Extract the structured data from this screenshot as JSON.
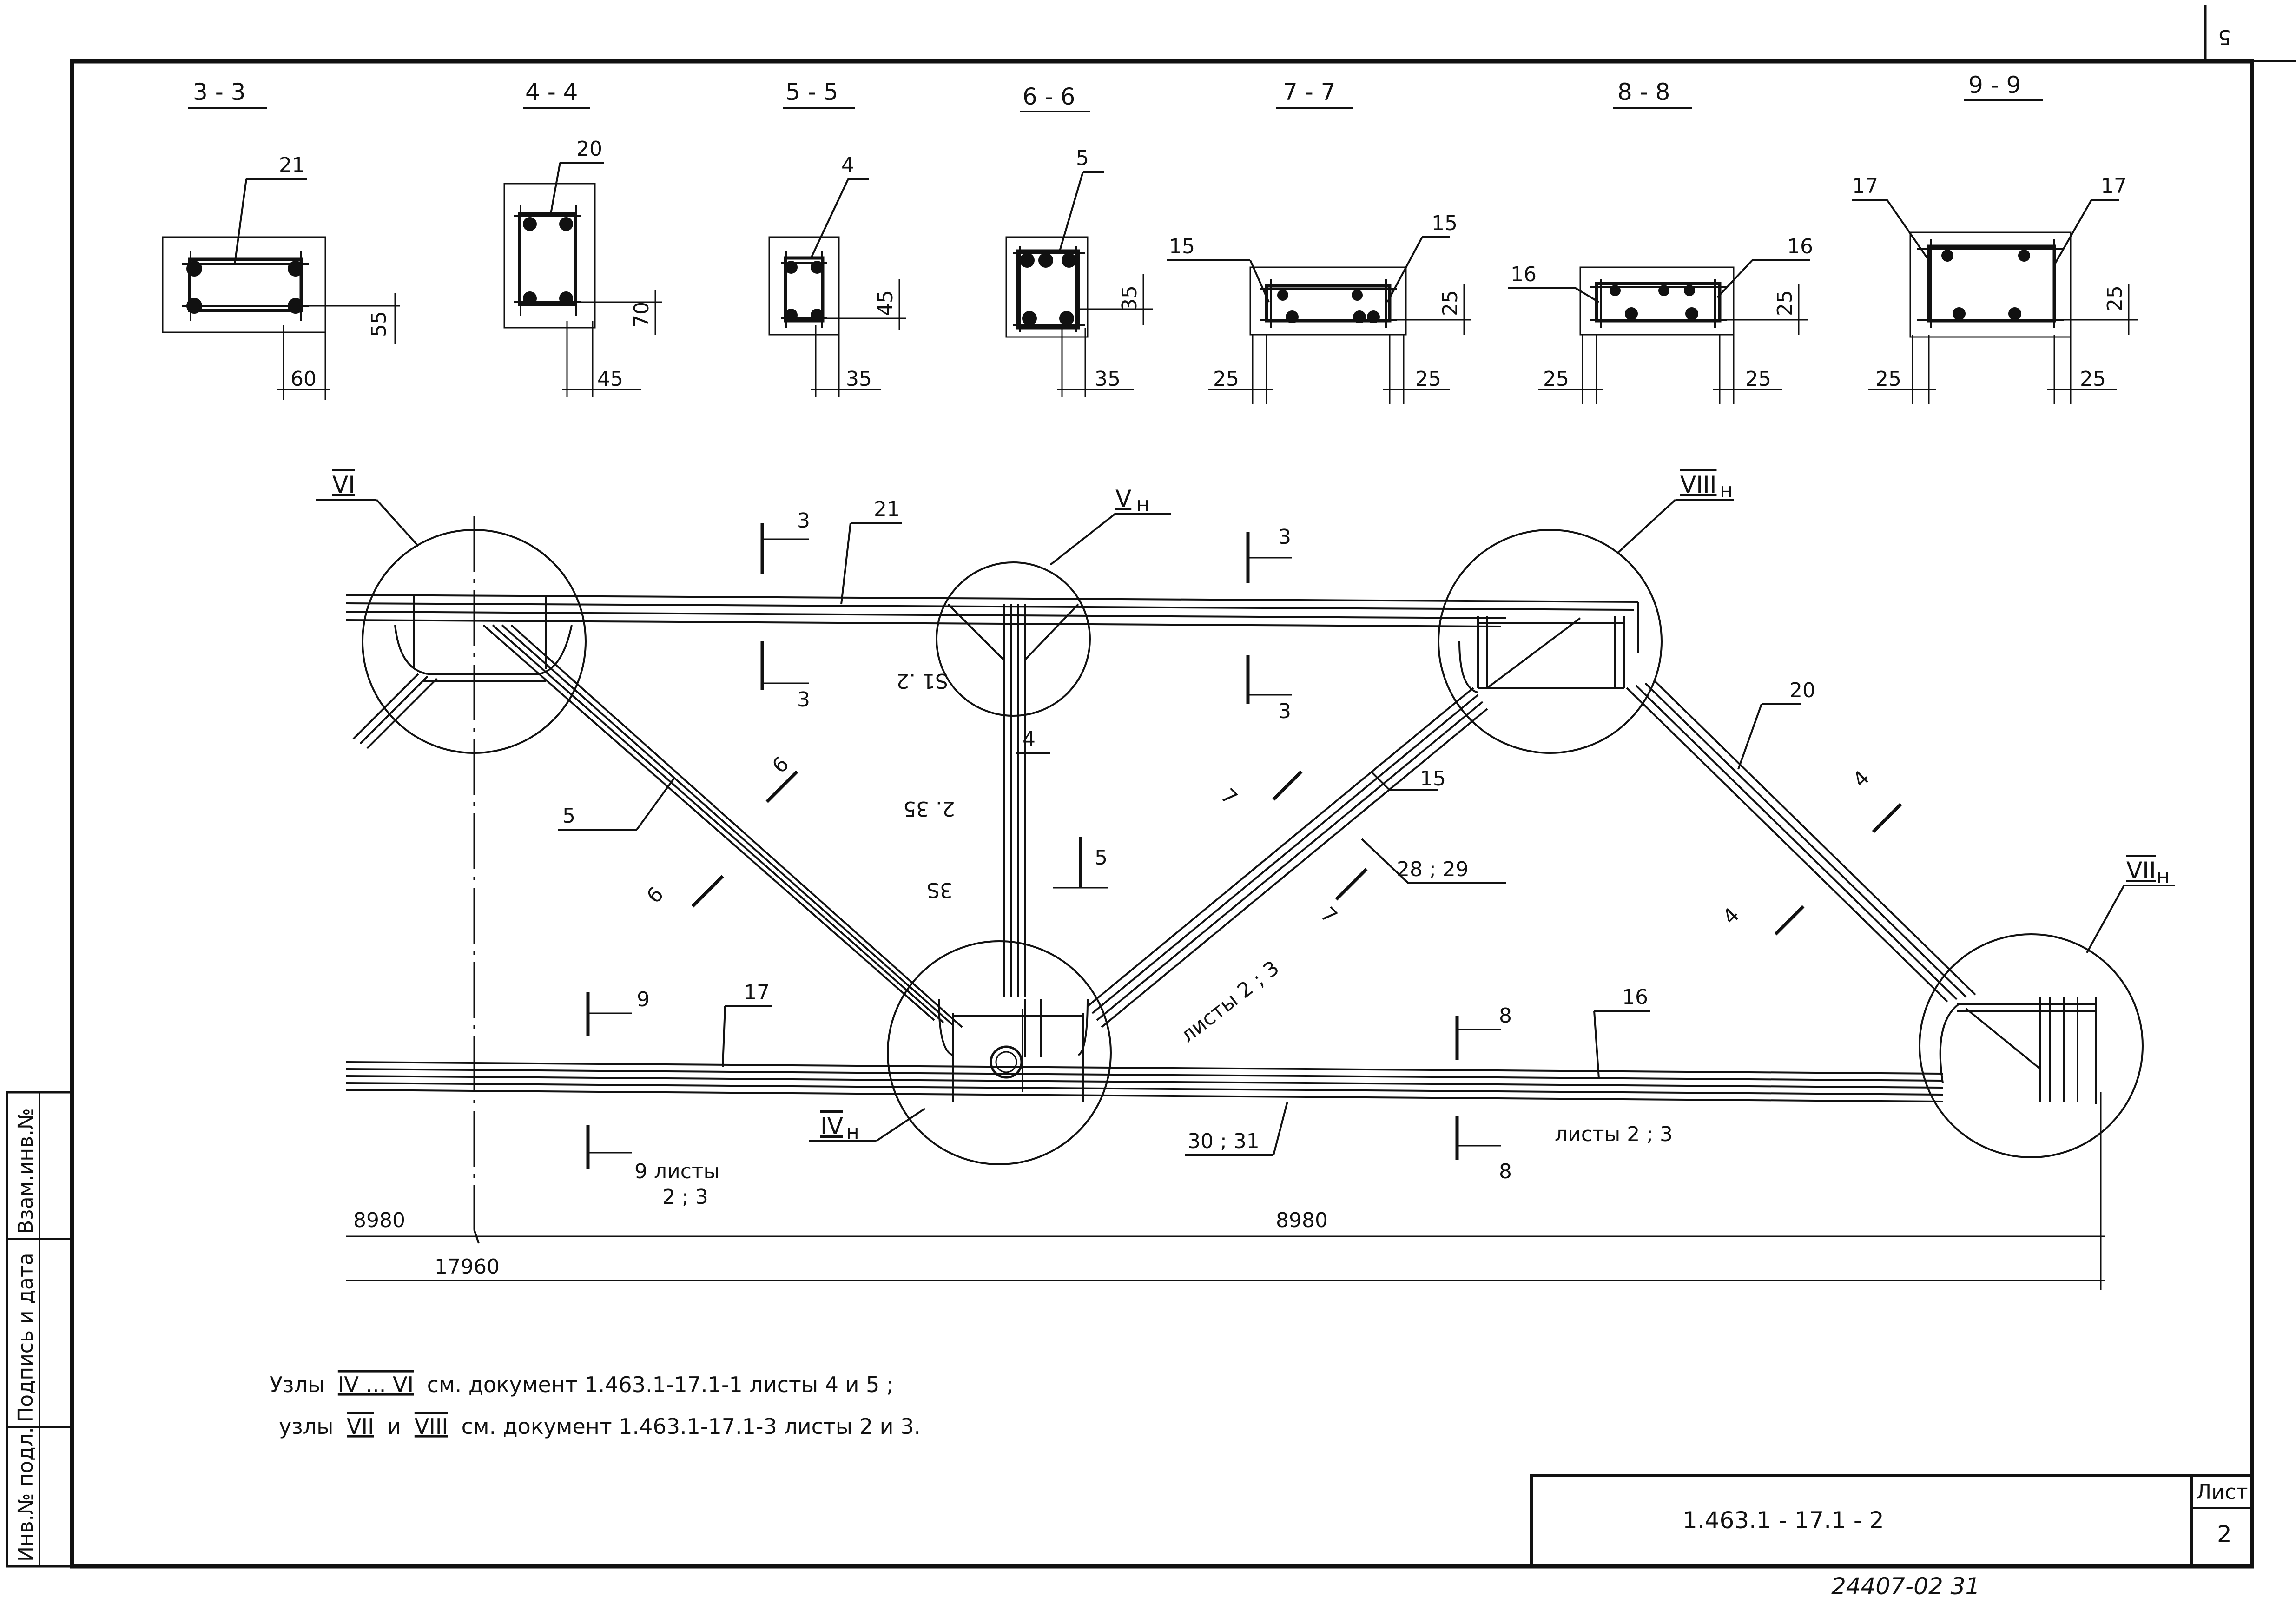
{
  "sections": [
    {
      "title": "3 - 3",
      "mark": "21",
      "dims": [
        "55",
        "60"
      ]
    },
    {
      "title": "4 - 4",
      "mark": "20",
      "dims": [
        "70",
        "45"
      ]
    },
    {
      "title": "5 - 5",
      "mark": "4",
      "dims": [
        "45",
        "35"
      ]
    },
    {
      "title": "6 - 6",
      "mark": "5",
      "dims": [
        "35",
        "35"
      ]
    },
    {
      "title": "7 - 7",
      "marks": [
        "15",
        "15"
      ],
      "dims": [
        "25",
        "25",
        "25"
      ]
    },
    {
      "title": "8 - 8",
      "marks": [
        "16",
        "16"
      ],
      "dims": [
        "25",
        "25",
        "25"
      ]
    },
    {
      "title": "9 - 9",
      "marks": [
        "17",
        "17"
      ],
      "dims": [
        "25",
        "25",
        "25"
      ]
    }
  ],
  "truss": {
    "nodes": {
      "vi": "VI",
      "vh": "V",
      "viiih": "VIII",
      "ivh": "IV",
      "viih": "VII",
      "sub_h": "н"
    },
    "bar_labels": {
      "top_chord": "21",
      "diag_left": "5",
      "post": "4",
      "diag_mid": "15",
      "diag_mid2": "28 ; 29",
      "diag_right": "20",
      "bottom_left": "17",
      "bottom_right": "16",
      "bottom_mid": "30 ; 31"
    },
    "cut_labels": {
      "c3": "3",
      "c4": "4",
      "c5": "5",
      "c6": "6",
      "c7": "7",
      "c8": "8",
      "c9": "9"
    },
    "notes": {
      "sheets_a": "листы 2 ; 3",
      "sheets_b": "листы 2 ; 3",
      "sheets_c_line1": "9 листы",
      "sheets_c_line2": "2 ; 3",
      "faint1": "S1 .2",
      "faint2": "2. 35",
      "faint3": "3S"
    },
    "dims": {
      "left_half": "8980",
      "right_half": "8980",
      "total": "17960"
    }
  },
  "notes": {
    "line1_a": "Узлы",
    "line1_nodes": "IV ... VI",
    "line1_b": "см. документ 1.463.1-17.1-1 листы 4 и 5 ;",
    "line2_a": "узлы",
    "line2_n1": "VII",
    "line2_and": "и",
    "line2_n2": "VIII",
    "line2_b": "см. документ 1.463.1-17.1-3 листы 2 и 3."
  },
  "side_stamp": {
    "inv_podl": "Инв.№ подл.",
    "podpis_data": "Подпись и дата",
    "vzam_inv": "Взам.инв.№"
  },
  "title_block": {
    "code": "1.463.1 - 17.1 - 2",
    "sheet_label": "Лист",
    "sheet_number": "2"
  },
  "archive_number": "24407-02  31",
  "corner_mark": "5"
}
